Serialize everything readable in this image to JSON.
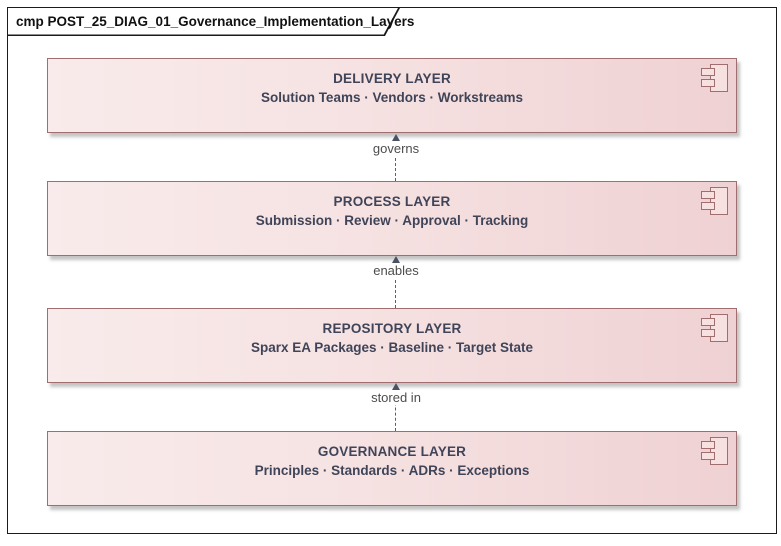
{
  "frame": {
    "tab_label": "cmp POST_25_DIAG_01_Governance_Implementation_Layers"
  },
  "colors": {
    "box_fill_left": "#f9ebeb",
    "box_fill_right": "#efd1d3",
    "box_border": "#a06e6e",
    "box_text": "#3f4458",
    "connector_text": "#4d4d4d",
    "connector_line": "#5f5f5f",
    "frame_border": "#1b1b1b",
    "shadow": "#8d8d8d"
  },
  "layers": [
    {
      "title": "DELIVERY LAYER",
      "subtitle": "Solution Teams · Vendors · Workstreams"
    },
    {
      "title": "PROCESS LAYER",
      "subtitle": "Submission · Review · Approval · Tracking"
    },
    {
      "title": "REPOSITORY LAYER",
      "subtitle": "Sparx EA Packages · Baseline · Target State"
    },
    {
      "title": "GOVERNANCE LAYER",
      "subtitle": "Principles · Standards · ADRs · Exceptions"
    }
  ],
  "connectors": [
    {
      "label": "governs"
    },
    {
      "label": "enables"
    },
    {
      "label": "stored in"
    }
  ]
}
